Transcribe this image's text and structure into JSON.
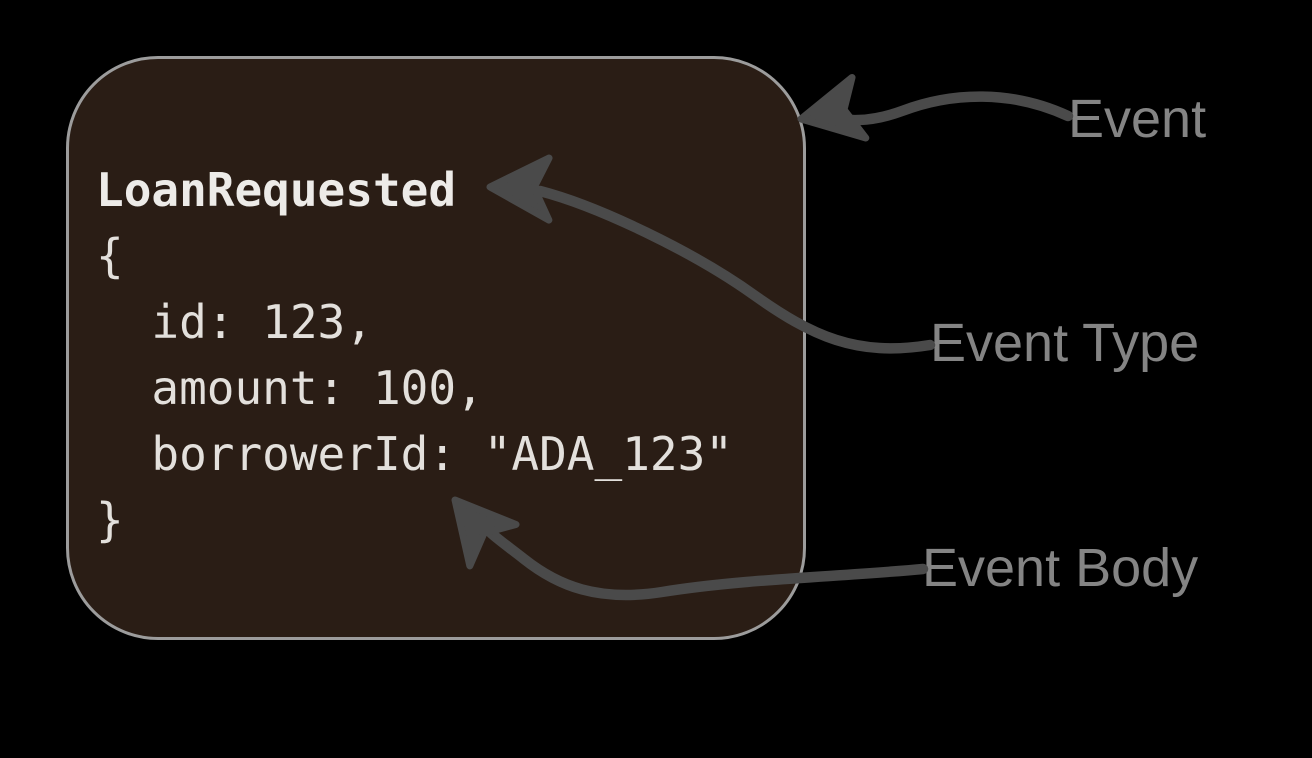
{
  "diagram": {
    "card": {
      "event_type": "LoanRequested",
      "body_lines": [
        "{",
        "  id: 123,",
        "  amount: 100,",
        "  borrowerId: \"ADA_123\"",
        "}"
      ]
    },
    "labels": {
      "event": "Event",
      "event_type": "Event Type",
      "event_body": "Event Body"
    },
    "colors": {
      "background": "#000000",
      "card_fill": "#2a1d15",
      "card_border": "#9c9c9c",
      "code_text": "#e3e0dc",
      "arrow": "#4a4a4a",
      "label_text": "#848484"
    }
  }
}
